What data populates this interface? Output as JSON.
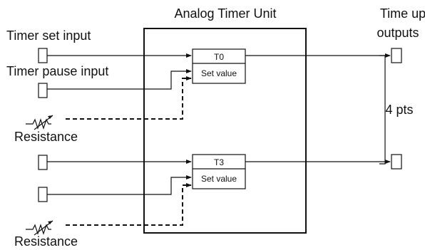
{
  "unit": {
    "title": "Analog Timer Unit"
  },
  "inputs": {
    "set_label": "Timer set input",
    "pause_label": "Timer pause input"
  },
  "resistance": [
    "Resistance",
    "Resistance"
  ],
  "timers": [
    {
      "name": "T0",
      "set_value": "Set value"
    },
    {
      "name": "T3",
      "set_value": "Set value"
    }
  ],
  "outputs": {
    "title_line1": "Time up",
    "title_line2": "outputs",
    "count": "4 pts"
  }
}
